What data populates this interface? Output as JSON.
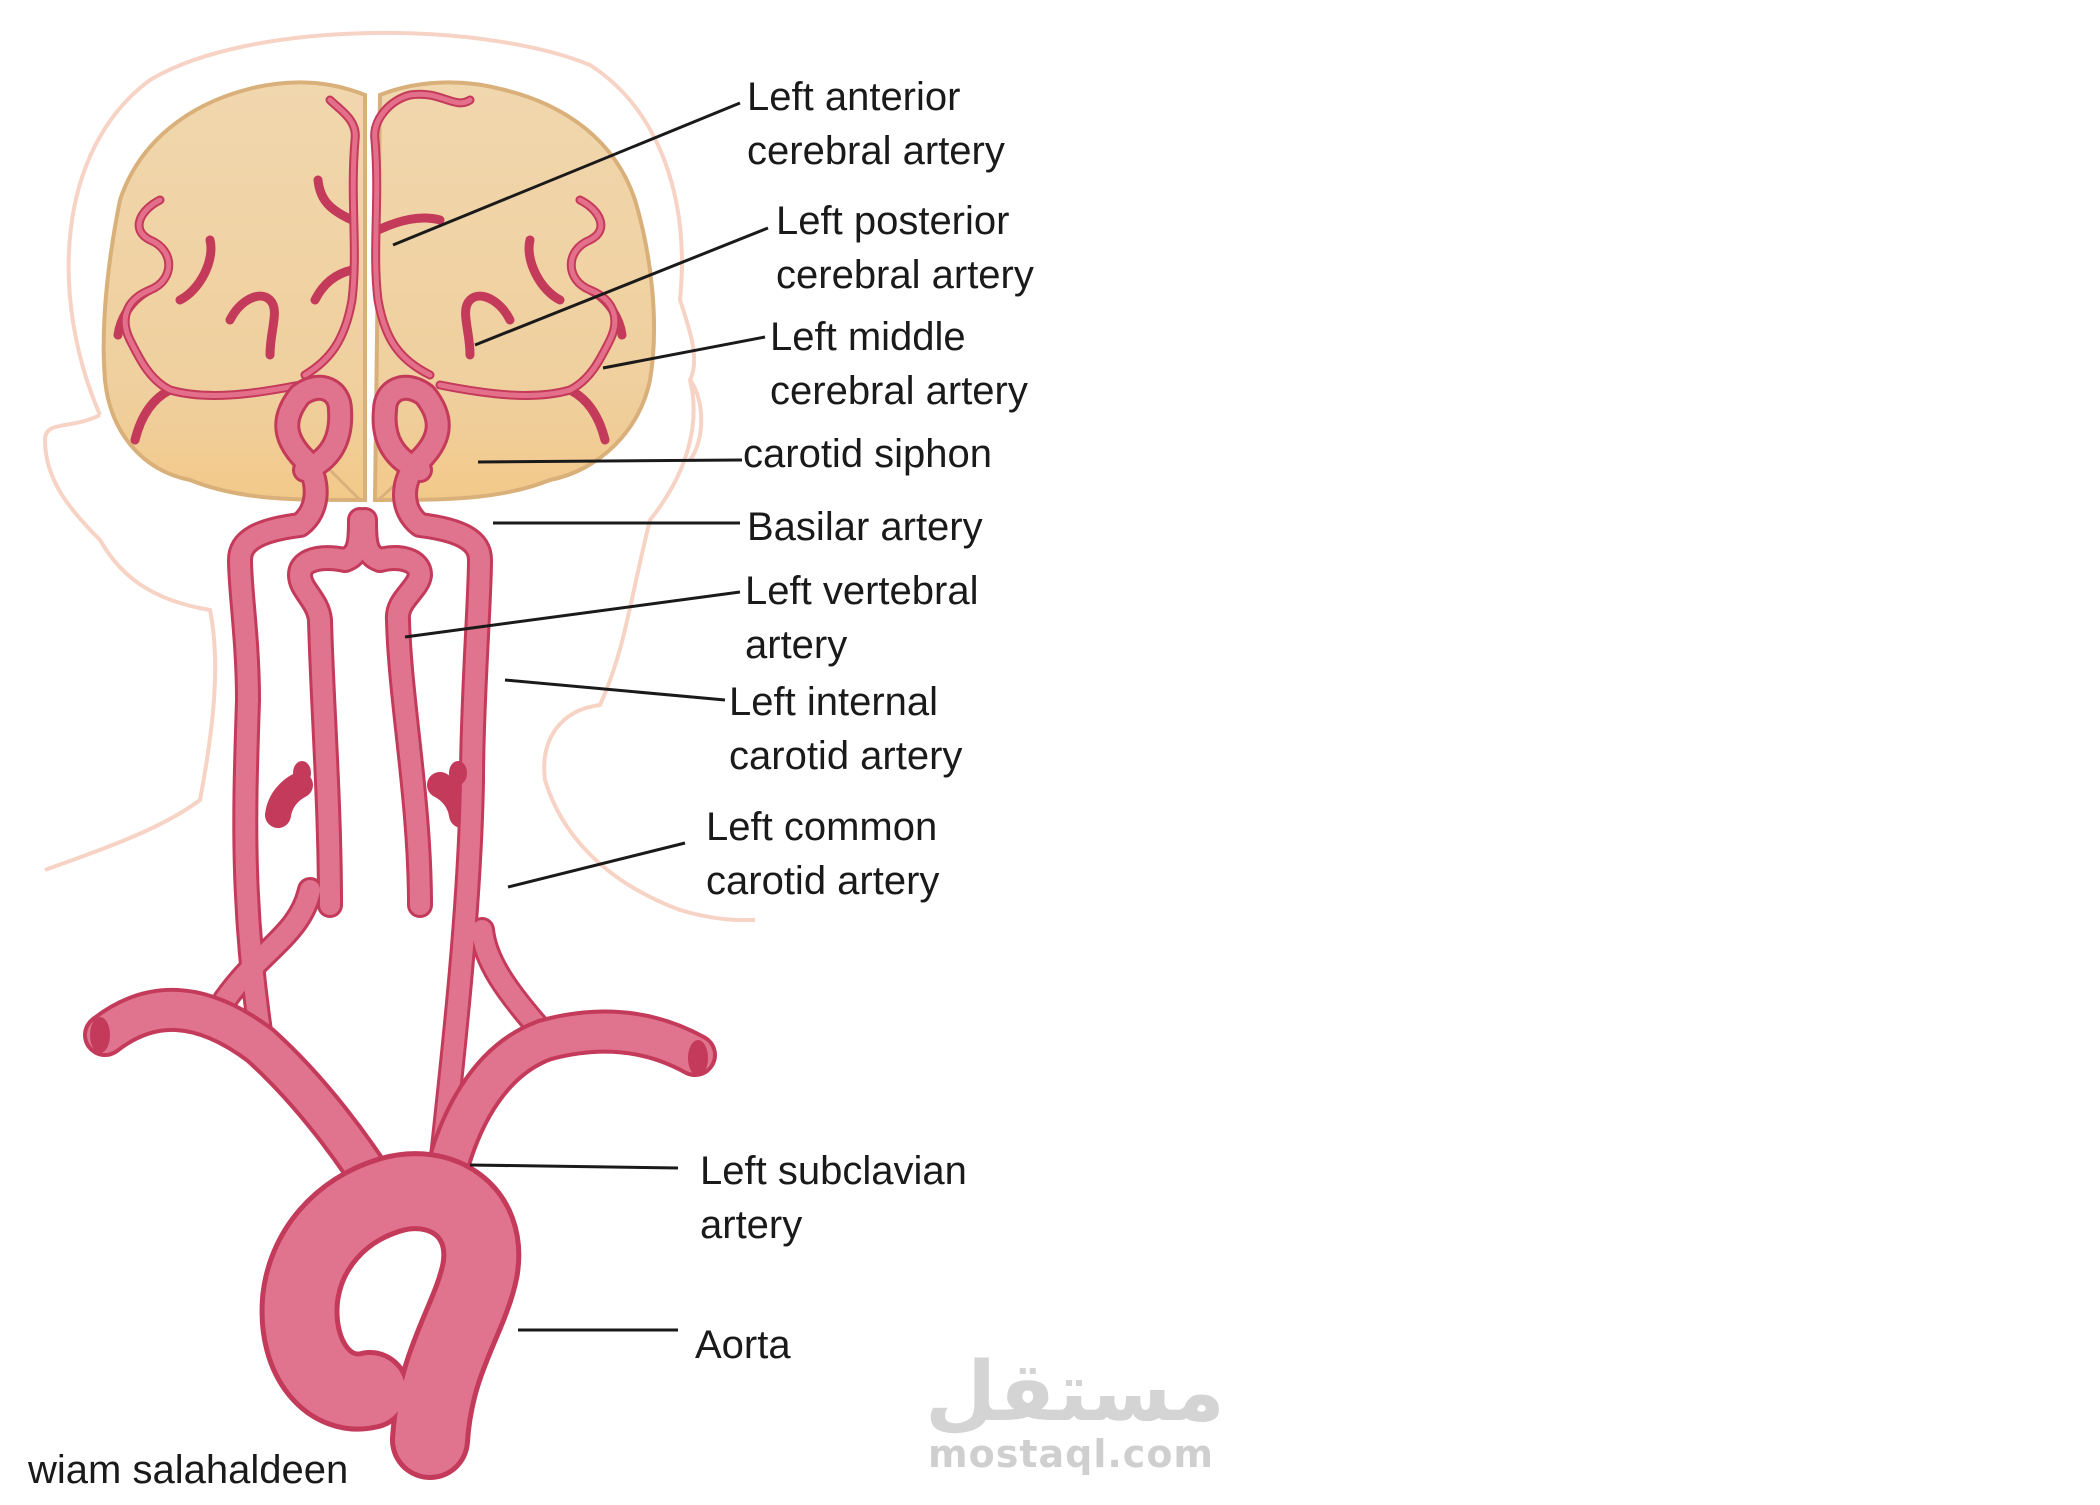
{
  "labels": {
    "left_anterior_cerebral": [
      "Left anterior",
      "cerebral artery"
    ],
    "left_posterior_cerebral": [
      "Left posterior",
      "cerebral artery"
    ],
    "left_middle_cerebral": [
      "Left middle",
      "cerebral artery"
    ],
    "carotid_siphon": [
      "carotid siphon"
    ],
    "basilar": [
      "Basilar artery"
    ],
    "left_vertebral": [
      "Left vertebral",
      "artery"
    ],
    "left_internal_carotid": [
      "Left internal",
      "carotid artery"
    ],
    "left_common_carotid": [
      "Left common",
      "carotid artery"
    ],
    "left_subclavian": [
      "Left subclavian",
      "artery"
    ],
    "aorta": [
      "Aorta"
    ]
  },
  "credit": "wiam salahaldeen",
  "watermark": {
    "arabic": "مستقل",
    "latin": "mostaql.com"
  },
  "colors": {
    "artery_fill": "#de6b86",
    "artery_outline": "#c43a5a",
    "brain_fill": "#f0d3a6",
    "brain_outline": "#d9b07a",
    "head_outline": "#f7d2c6",
    "leader_line": "#1a1a1a"
  }
}
